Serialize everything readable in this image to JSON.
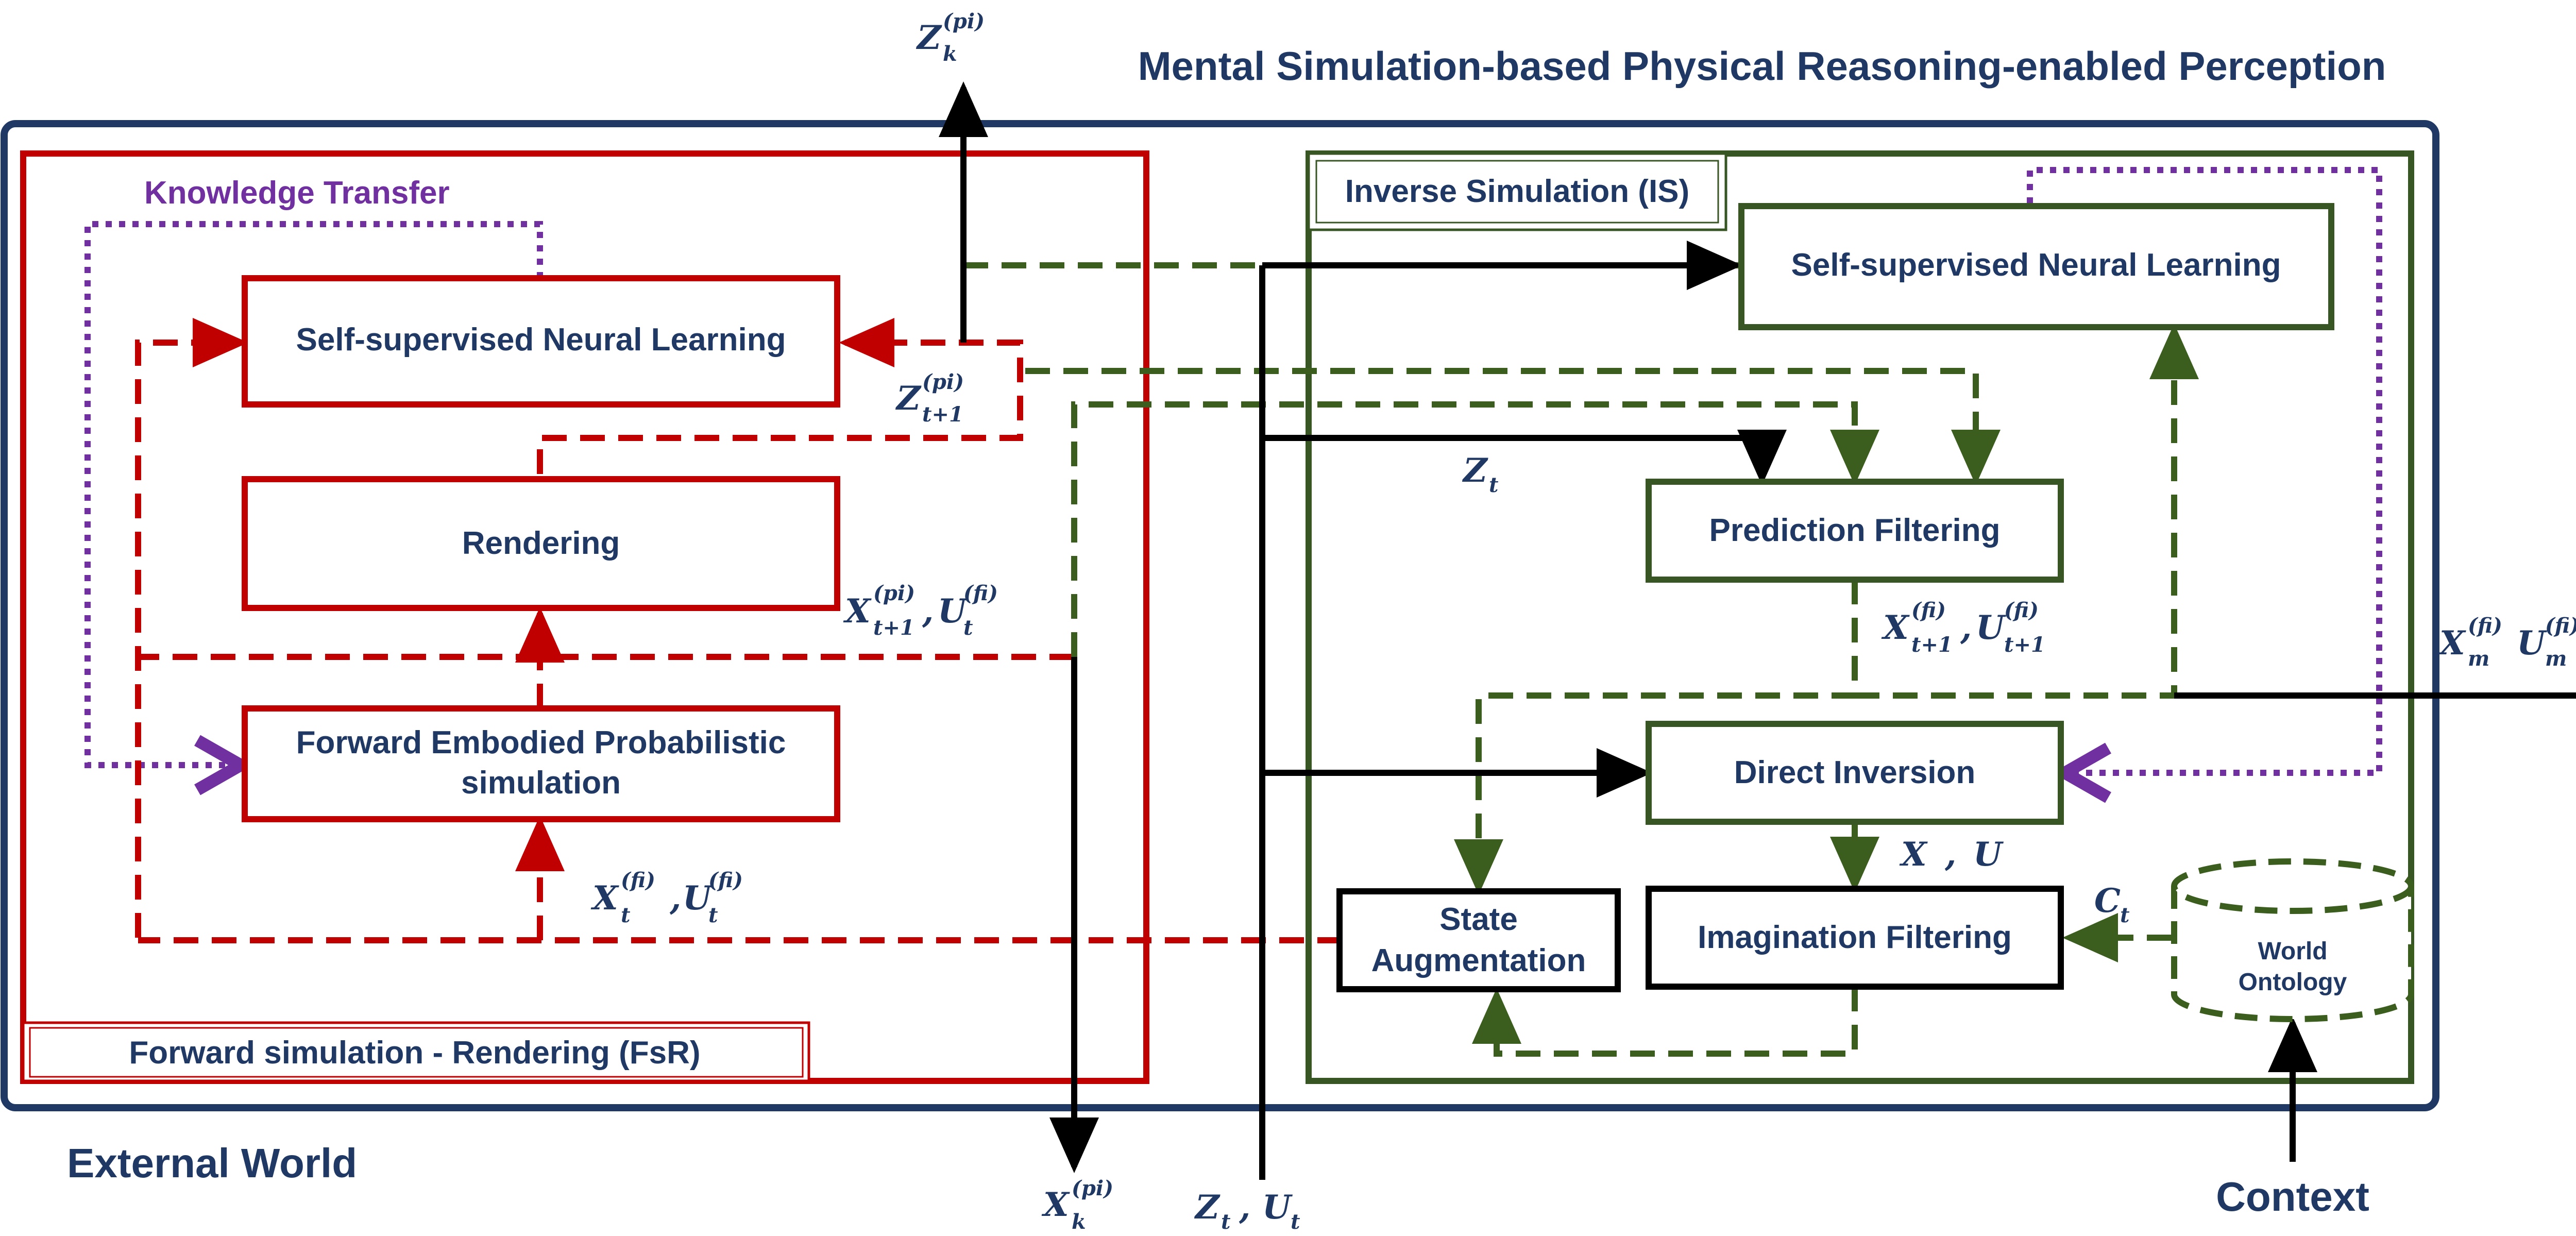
{
  "title": "Mental Simulation-based Physical Reasoning-enabled Perception",
  "external_world": "External World",
  "fsr": {
    "frame_label": "Forward simulation - Rendering (FsR)",
    "knowledge_transfer": "Knowledge Transfer",
    "neural_learning": "Self-supervised Neural Learning",
    "rendering": "Rendering",
    "forward_sim_line1": "Forward Embodied Probabilistic",
    "forward_sim_line2": "simulation"
  },
  "is": {
    "frame_label": "Inverse Simulation (IS)",
    "neural_learning": "Self-supervised Neural Learning",
    "prediction_filtering": "Prediction Filtering",
    "direct_inversion": "Direct Inversion",
    "state_aug_line1": "State",
    "state_aug_line2": "Augmentation",
    "imagination_filtering": "Imagination Filtering",
    "world_line1": "World",
    "world_line2": "Ontology"
  },
  "context": "Context",
  "math": {
    "z_k_pi": {
      "base": "Z",
      "sub": "k",
      "sup": "(pi)"
    },
    "z_t1_pi": {
      "base": "Z",
      "sub": "t+1",
      "sup": "(pi)"
    },
    "x_t1_pi": {
      "base": "X",
      "sub": "t+1",
      "sup": "(pi)"
    },
    "u_t_fi_a": {
      "base": "U",
      "sub": "t",
      "sup": "(fi)"
    },
    "x_t_fi": {
      "base": "X",
      "sub": "t",
      "sup": "(fi)"
    },
    "u_t_fi_b": {
      "base": "U",
      "sub": "t",
      "sup": "(fi)"
    },
    "x_k_pi": {
      "base": "X",
      "sub": "k",
      "sup": "(pi)"
    },
    "z_t": {
      "base": "Z",
      "sub": "t"
    },
    "z_t_bottom": {
      "base": "Z",
      "sub": "t"
    },
    "u_t_bottom": {
      "base": "U",
      "sub": "t"
    },
    "x_t1_fi": {
      "base": "X",
      "sub": "t+1",
      "sup": "(fi)"
    },
    "u_t1_fi": {
      "base": "U",
      "sub": "t+1",
      "sup": "(fi)"
    },
    "x_m_fi": {
      "base": "X",
      "sub": "m",
      "sup": "(fi)"
    },
    "u_m_fi": {
      "base": "U",
      "sub": "m",
      "sup": "(fi)"
    },
    "x_plain": {
      "base": "X"
    },
    "u_plain": {
      "base": "U"
    },
    "c_t": {
      "base": "C",
      "sub": "t"
    }
  },
  "comma": ",",
  "colors": {
    "navy": "#1f3864",
    "red": "#c00000",
    "green": "#375623",
    "dash_green": "#3b5e1f",
    "purple": "#7030a0",
    "black": "#000000"
  }
}
